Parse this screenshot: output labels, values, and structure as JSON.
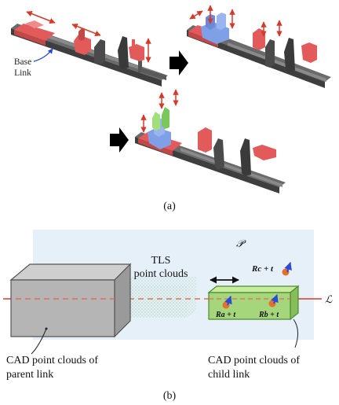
{
  "panel_a": {
    "caption": "(a)",
    "base_link_label_line1": "Base",
    "base_link_label_line2": "Link"
  },
  "panel_b": {
    "caption": "(b)",
    "plane_symbol": "𝒫",
    "line_symbol": "ℒ",
    "tls_label_line1": "TLS",
    "tls_label_line2": "point clouds",
    "parent_label_line1": "CAD point clouds of",
    "parent_label_line2": "parent link",
    "child_label_line1": "CAD point clouds of",
    "child_label_line2": "child link",
    "point_c_label": "Rc + t",
    "point_a_label": "Ra + t",
    "point_b_label": "Rb + t"
  },
  "colors": {
    "base_red": "#e35a5a",
    "arrow_red": "#d43a2a",
    "blue_part": "#7f9fe6",
    "green_part": "#9fe07a",
    "plane_fill": "#e6f0f8",
    "box_gray": "#b5b5b5",
    "box_green": "#a6d67b",
    "point_orange": "#e86f2a",
    "normal_blue": "#2a4bd8"
  },
  "icons": {
    "step_arrow": "right-arrow-icon",
    "normal_vector": "normal-arrow-icon"
  }
}
